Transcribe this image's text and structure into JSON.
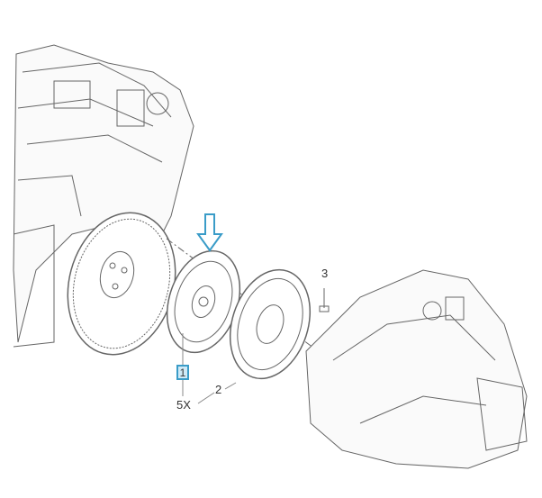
{
  "callouts": {
    "item1": "1",
    "item2": "2",
    "item3": "3",
    "quantity": "5X"
  },
  "colors": {
    "highlight": "#3a9cc8",
    "line": "#555555"
  }
}
